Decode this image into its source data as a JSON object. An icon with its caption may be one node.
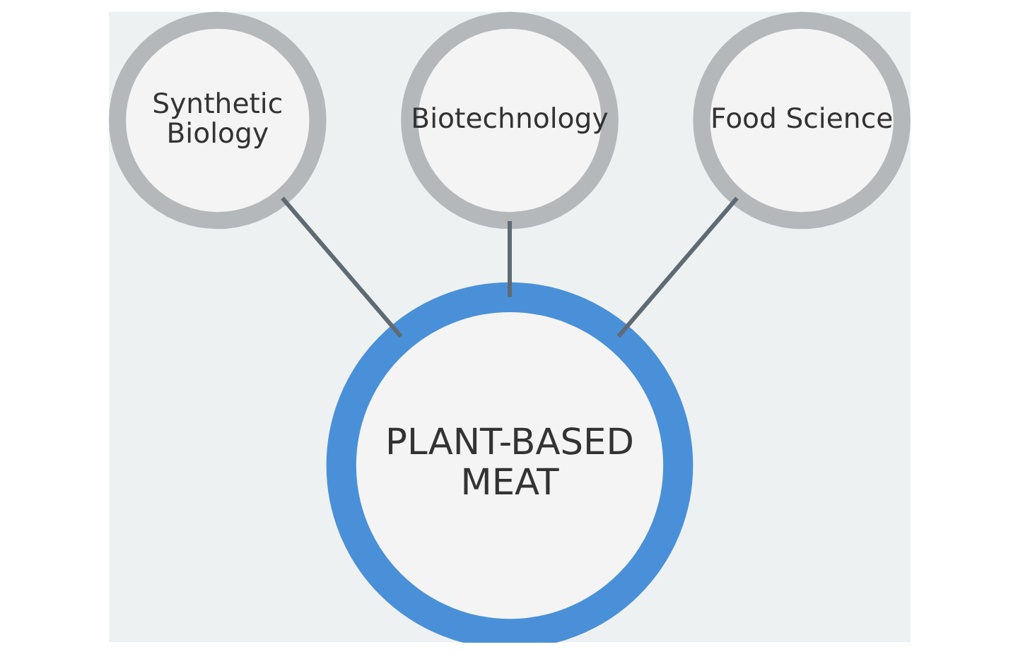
{
  "diagram": {
    "nodes": [
      {
        "text": [
          "Synthetic Biology"
        ]
      },
      {
        "text": [
          "Biotechnology"
        ]
      },
      {
        "text": [
          "Food Science"
        ]
      },
      {
        "text": [
          "PLANT-BASED MEAT"
        ]
      }
    ],
    "edges": [
      {
        "from": 1,
        "to": 3,
        "arrow": "none"
      },
      {
        "from": 0,
        "to": 3,
        "arrow": "none"
      },
      {
        "from": 2,
        "to": 3,
        "arrow": "none"
      }
    ]
  }
}
